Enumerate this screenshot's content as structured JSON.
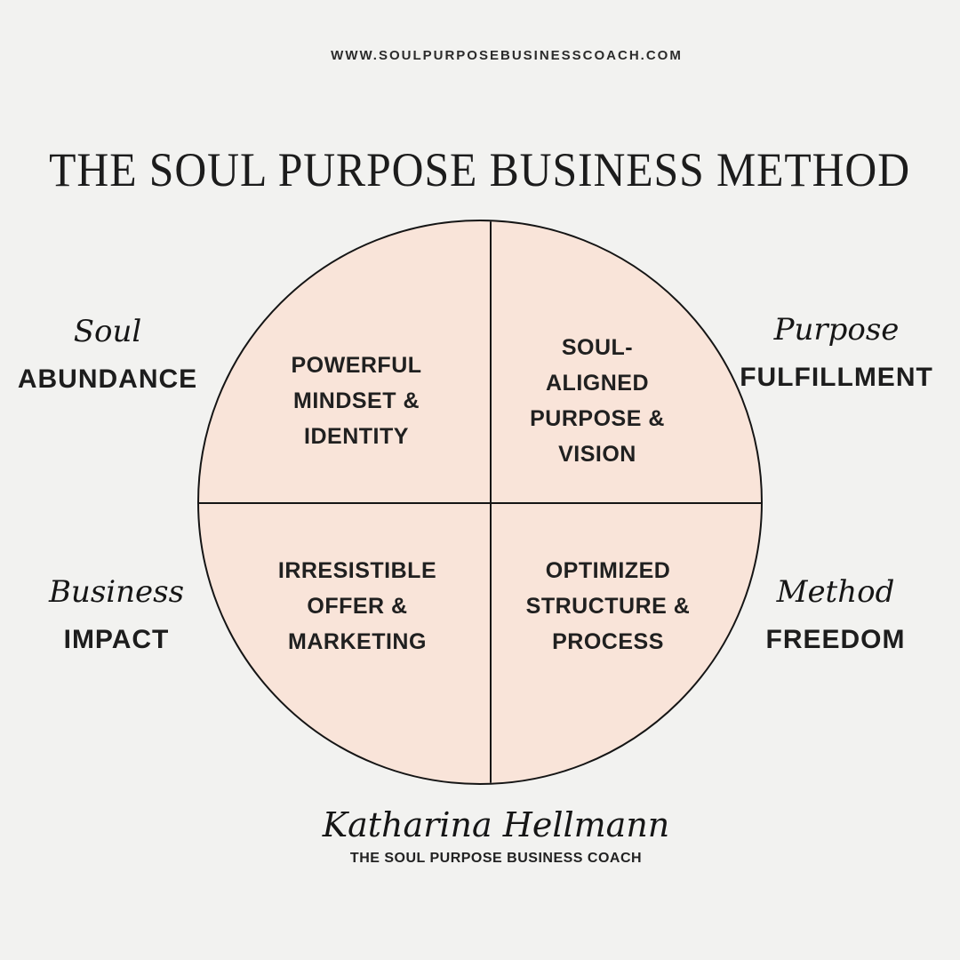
{
  "header": {
    "website_url": "WWW.SOULPURPOSEBUSINESSCOACH.COM",
    "title": "THE SOUL PURPOSE BUSINESS METHOD"
  },
  "wheel": {
    "quadrants": [
      {
        "name": "top-left",
        "label": "POWERFUL MINDSET & IDENTITY",
        "lines": [
          "POWERFUL",
          "MINDSET &",
          "IDENTITY"
        ]
      },
      {
        "name": "top-right",
        "label": "SOUL-ALIGNED PURPOSE & VISION",
        "lines": [
          "SOUL-",
          "ALIGNED",
          "PURPOSE &",
          "VISION"
        ]
      },
      {
        "name": "bottom-left",
        "label": "IRRESISTIBLE OFFER & MARKETING",
        "lines": [
          "IRRESISTIBLE",
          "OFFER &",
          "MARKETING"
        ]
      },
      {
        "name": "bottom-right",
        "label": "OPTIMIZED STRUCTURE & PROCESS",
        "lines": [
          "OPTIMIZED",
          "STRUCTURE &",
          "PROCESS"
        ]
      }
    ]
  },
  "corner_labels": [
    {
      "position": "left-top",
      "script": "Soul",
      "caps": "ABUNDANCE"
    },
    {
      "position": "right-top",
      "script": "Purpose",
      "caps": "FULFILLMENT"
    },
    {
      "position": "left-bottom",
      "script": "Business",
      "caps": "IMPACT"
    },
    {
      "position": "right-bottom",
      "script": "Method",
      "caps": "FREEDOM"
    }
  ],
  "footer": {
    "signature": "Katharina Hellmann",
    "subtitle": "THE SOUL PURPOSE BUSINESS COACH"
  },
  "colors": {
    "background": "#f2f2f0",
    "circle-fill": "#f9e4d9",
    "stroke": "#151515",
    "text": "#1f1f1f"
  }
}
